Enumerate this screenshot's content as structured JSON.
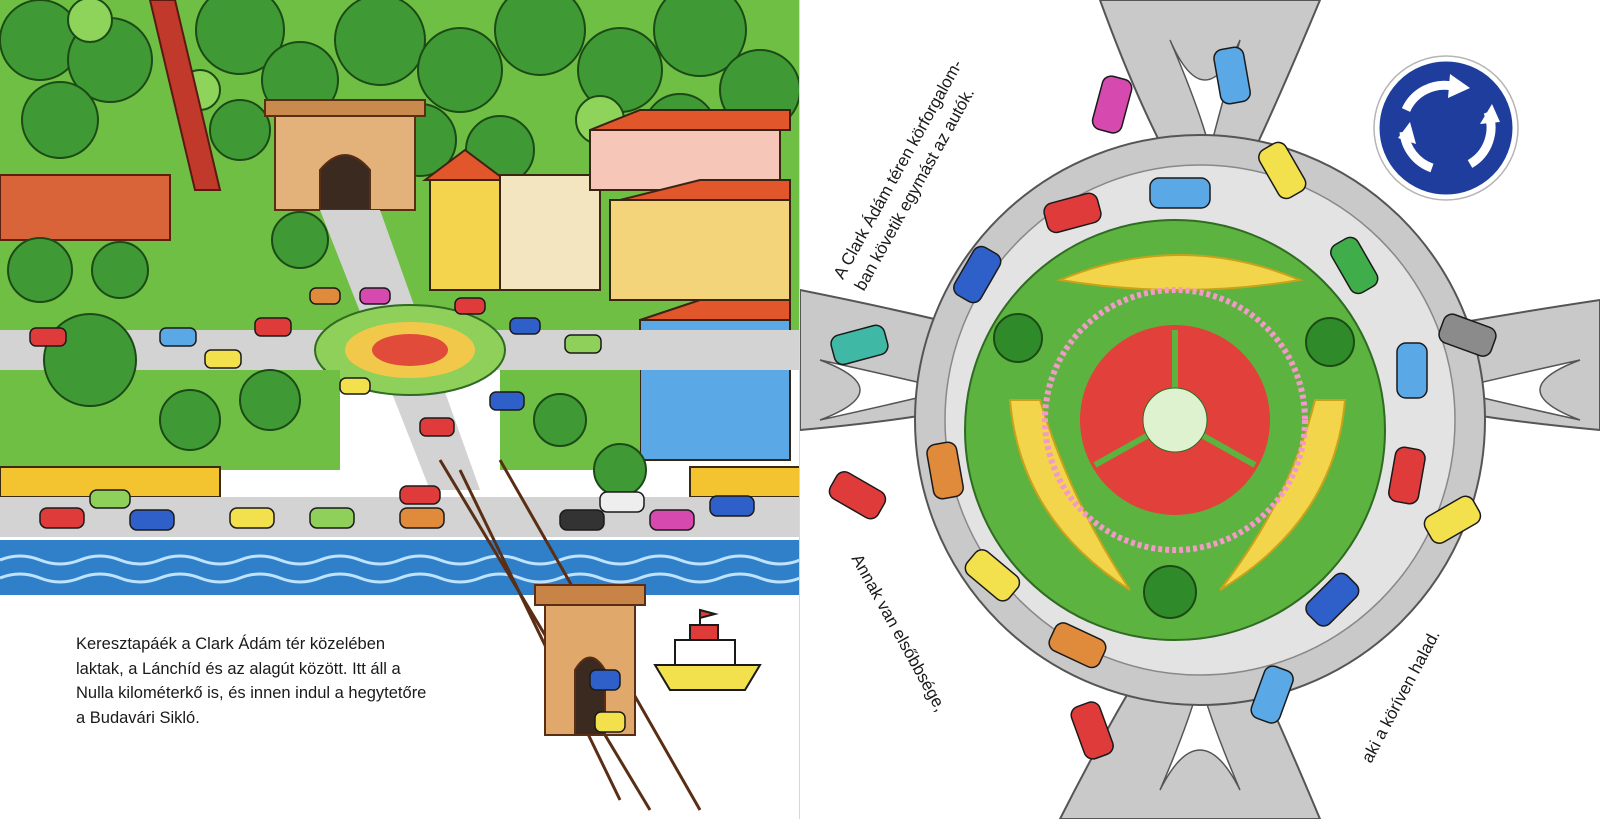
{
  "left_page": {
    "paragraph_lines": [
      "Keresztapáék a Clark Ádám tér közelében",
      "laktak, a Lánchíd és az alagút között. Itt áll a",
      "Nulla kilométerkő is, és innen indul a hegytetőre",
      "a Budavári Sikló."
    ]
  },
  "right_page": {
    "top_caption_lines": [
      "A Clark Ádám téren körforgalom-",
      "ban követik egymást az autók."
    ],
    "bottom_left_caption": "Annak van elsőbbsége,",
    "bottom_right_caption": "aki a köríven halad.",
    "sign": {
      "icon": "roundabout-sign-icon",
      "color": "#1f3d9c"
    }
  },
  "colors": {
    "grass": "#5cb33f",
    "trees": "#3f9a35",
    "road": "#c9c9c9",
    "river": "#2f7fc9",
    "bridge": "#8a4a2c"
  }
}
